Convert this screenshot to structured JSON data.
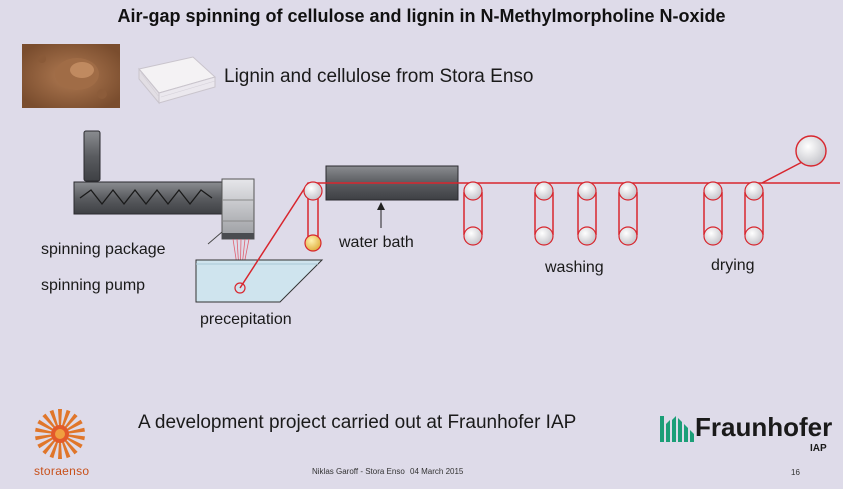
{
  "title": "Air-gap spinning of cellulose and lignin in N-Methylmorpholine N-oxide",
  "subtitle": "Lignin and cellulose from Stora Enso",
  "labels": {
    "spinning_package": "spinning package",
    "spinning_pump": "spinning pump",
    "precipitation": "precepitation",
    "water_bath": "water bath",
    "washing": "washing",
    "drying": "drying"
  },
  "credit": "A development project carried out at Fraunhofer IAP",
  "footer": {
    "author": "Niklas Garoff - Stora Enso",
    "date": "04 March 2015",
    "page": "16"
  },
  "logos": {
    "stora_enso": "storaenso",
    "fraunhofer": "Fraunhofer",
    "fraunhofer_sub": "IAP"
  },
  "colors": {
    "background": "#dedbe9",
    "fiber_line": "#d8262e",
    "fraunhofer_green": "#1b9e77",
    "stora_orange": "#e0762a"
  }
}
